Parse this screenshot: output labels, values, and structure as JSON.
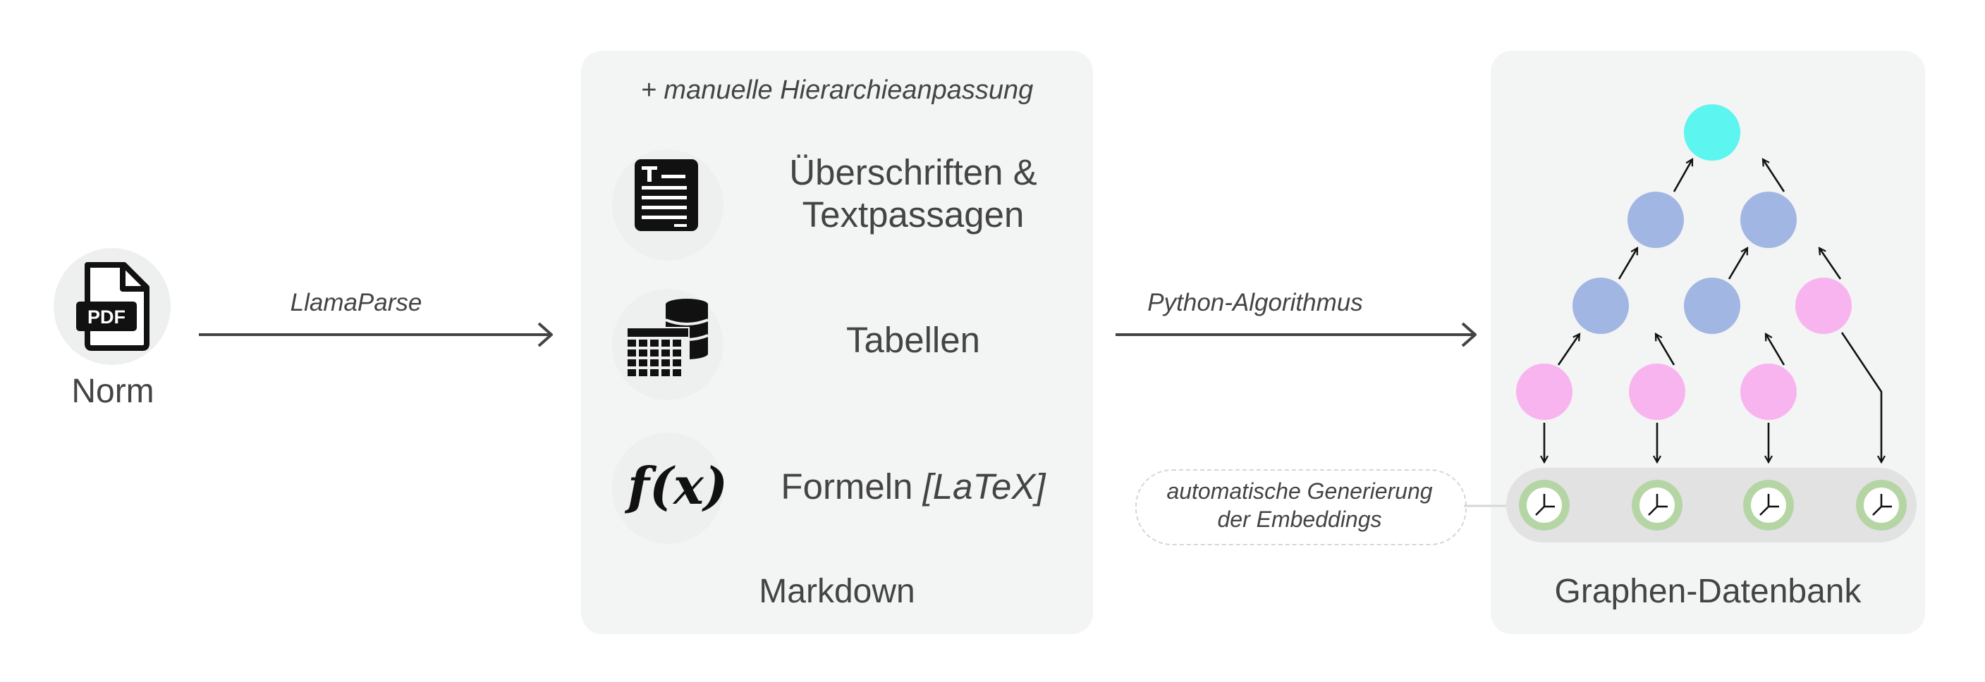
{
  "source": {
    "label": "Norm",
    "icon": "pdf-file-icon",
    "icon_text": "PDF"
  },
  "arrow1": {
    "label": "LlamaParse"
  },
  "markdown_panel": {
    "note": "+ manuelle Hierarchieanpassung",
    "items": [
      {
        "icon": "text-document-icon",
        "label_line1": "Überschriften &",
        "label_line2": "Textpassagen"
      },
      {
        "icon": "table-database-icon",
        "label": "Tabellen"
      },
      {
        "icon": "function-icon",
        "icon_text": "f(x)",
        "label_main": "Formeln ",
        "label_suffix": "[LaTeX]"
      }
    ],
    "title": "Markdown"
  },
  "arrow2": {
    "label": "Python-Algorithmus"
  },
  "graph_panel": {
    "title": "Graphen-Datenbank",
    "embedding_note_line1": "automatische Generierung",
    "embedding_note_line2": "der Embeddings",
    "colors": {
      "root": "#5cf5ef",
      "inner": "#a2b6e4",
      "leaf": "#f8b4ef",
      "embedding_ring": "#b5d6a4",
      "embedding_bar": "#e1e2e1"
    }
  }
}
